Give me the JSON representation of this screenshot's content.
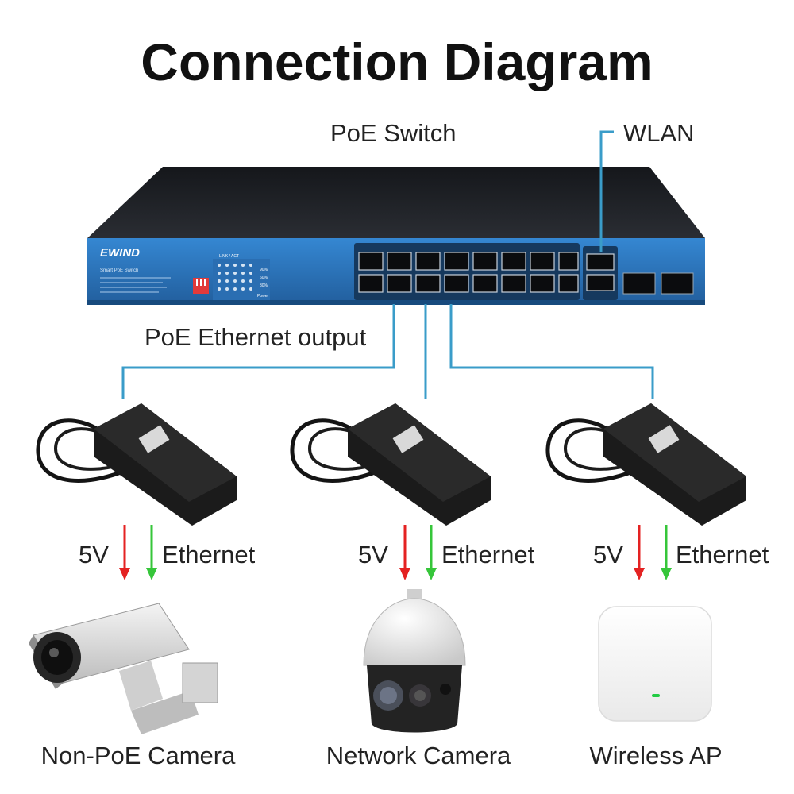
{
  "title": "Connection Diagram",
  "labels": {
    "poe_switch": "PoE Switch",
    "wlan": "WLAN",
    "poe_output": "PoE Ethernet output"
  },
  "switch": {
    "brand": "EWIND",
    "model_text": "Smart PoE Switch",
    "link_act": "LINK / ACT",
    "pct90": "90%",
    "pct60": "60%",
    "pct30": "30%",
    "power": "Power"
  },
  "splitters": [
    {
      "power_label": "5V",
      "data_label": "Ethernet"
    },
    {
      "power_label": "5V",
      "data_label": "Ethernet"
    },
    {
      "power_label": "5V",
      "data_label": "Ethernet"
    }
  ],
  "devices": [
    {
      "name": "Non-PoE Camera"
    },
    {
      "name": "Network Camera"
    },
    {
      "name": "Wireless AP"
    }
  ],
  "colors": {
    "line": "#3a9cc9",
    "switch_front": "#2b77c2",
    "switch_top": "#1e2024",
    "arrow_red": "#e42222",
    "arrow_green": "#36c63a",
    "ap_led": "#22cc44"
  }
}
